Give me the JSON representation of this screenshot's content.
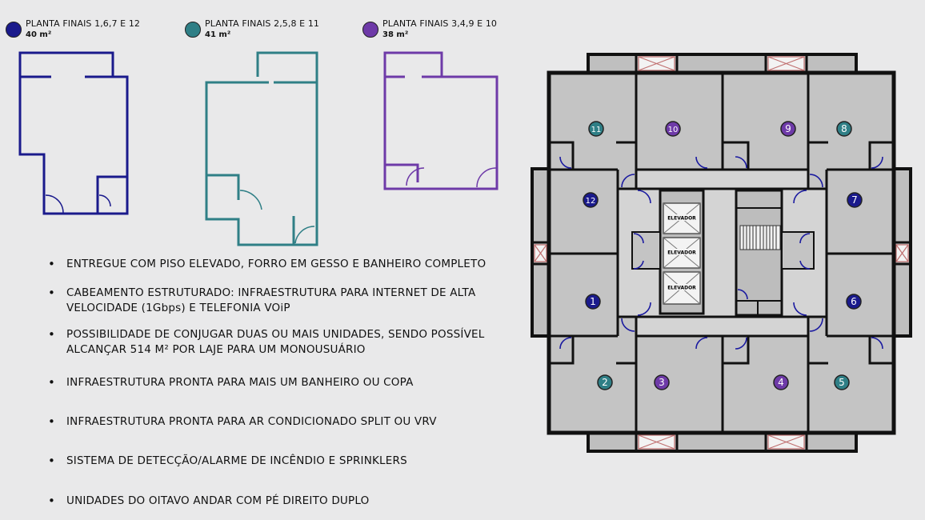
{
  "legend": [
    {
      "name": "PLANTA FINAIS 1,6,7 E 12",
      "area": "40 m²",
      "color": "#1a1a8c"
    },
    {
      "name": "PLANTA FINAIS 2,5,8 E 11",
      "area": "41 m²",
      "color": "#2f7f86"
    },
    {
      "name": "PLANTA FINAIS 3,4,9 E 10",
      "area": "38 m²",
      "color": "#6e3aa8"
    }
  ],
  "features": [
    "ENTREGUE COM PISO ELEVADO, FORRO EM GESSO E BANHEIRO COMPLETO",
    "CABEAMENTO ESTRUTURADO: INFRAESTRUTURA PARA INTERNET DE ALTA VELOCIDADE (1Gbps) E TELEFONIA VOiP",
    "POSSIBILIDADE DE CONJUGAR DUAS OU MAIS UNIDADES, SENDO POSSÍVEL ALCANÇAR 514 M² POR LAJE PARA UM MONOUSUÁRIO",
    "INFRAESTRUTURA PRONTA PARA MAIS UM BANHEIRO OU COPA",
    "INFRAESTRUTURA PRONTA PARA AR CONDICIONADO SPLIT OU VRV",
    "SISTEMA DE DETECÇÃO/ALARME DE INCÊNDIO E SPRINKLERS",
    "UNIDADES DO OITAVO ANDAR COM PÉ DIREITO DUPLO"
  ],
  "elevator_label": "ELEVADOR",
  "units": [
    {
      "n": "1",
      "type": "a"
    },
    {
      "n": "2",
      "type": "b"
    },
    {
      "n": "3",
      "type": "c"
    },
    {
      "n": "4",
      "type": "c"
    },
    {
      "n": "5",
      "type": "b"
    },
    {
      "n": "6",
      "type": "a"
    },
    {
      "n": "7",
      "type": "a"
    },
    {
      "n": "8",
      "type": "b"
    },
    {
      "n": "9",
      "type": "c"
    },
    {
      "n": "10",
      "type": "c"
    },
    {
      "n": "11",
      "type": "b"
    },
    {
      "n": "12",
      "type": "a"
    }
  ]
}
